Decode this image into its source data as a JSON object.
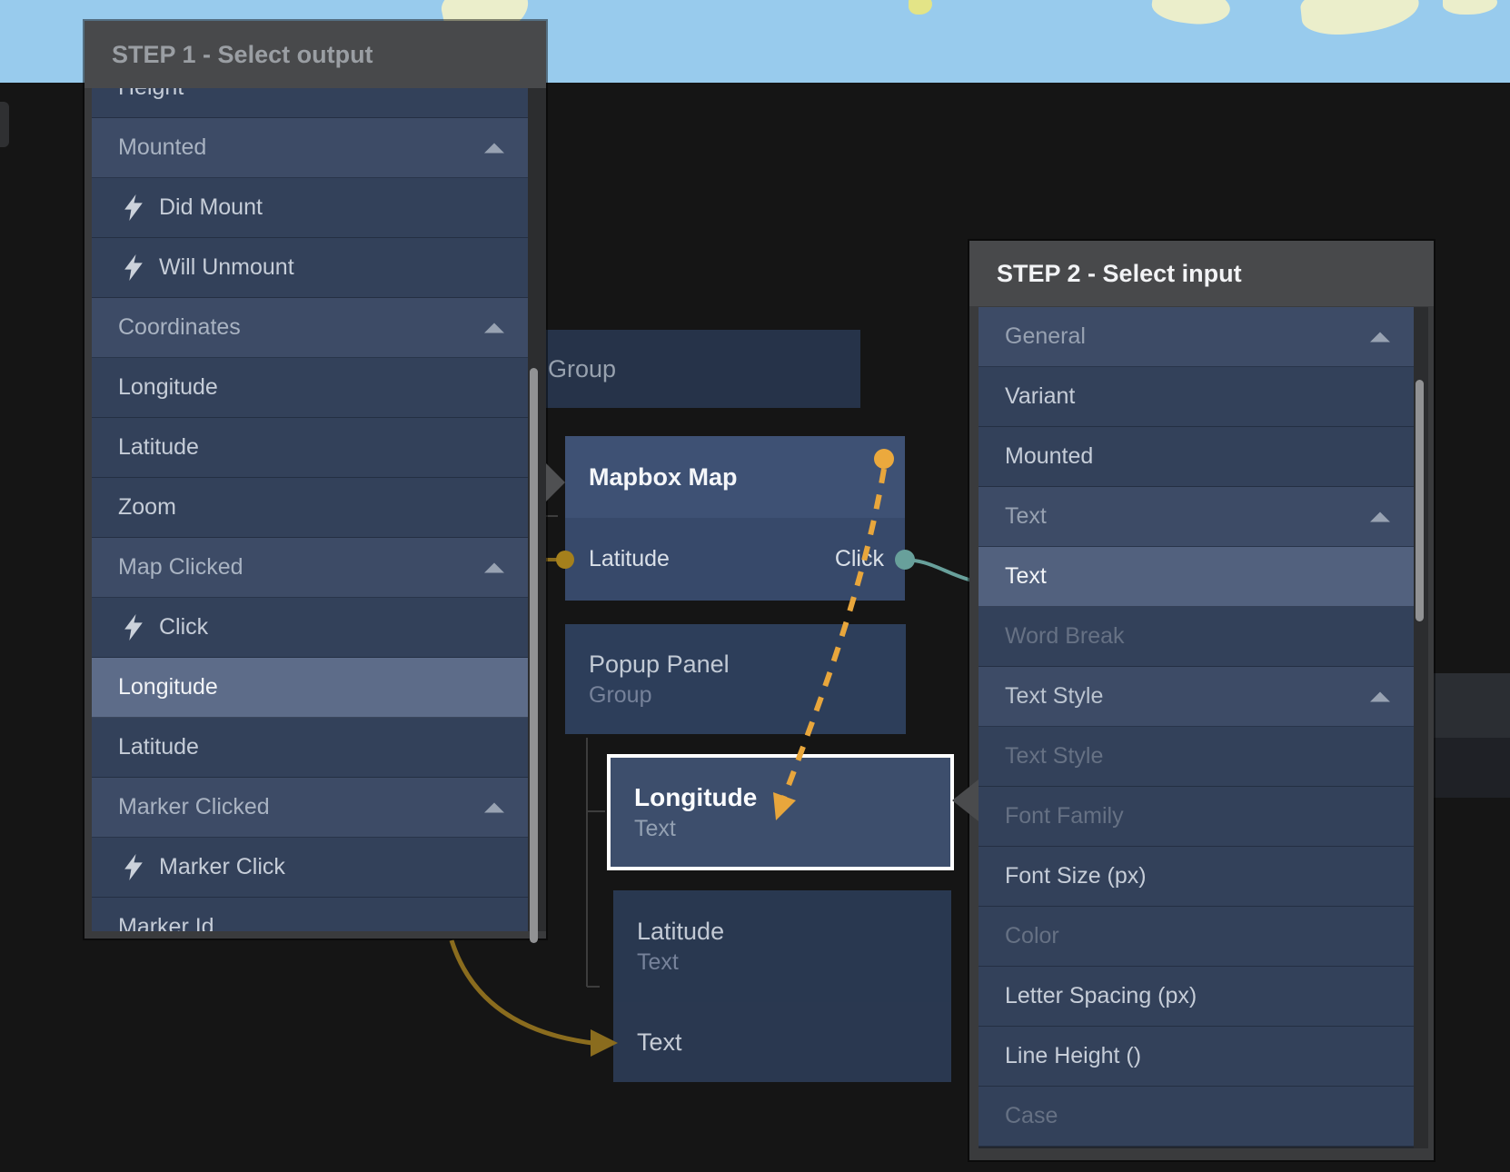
{
  "colors": {
    "map_water": "#98cbed",
    "map_land": "#ebeecb",
    "canvas": "#151515",
    "panel_header": "#48494b",
    "row_category": "#3d4b66",
    "row_item": "#33415a",
    "selection_step1": "#5d6c89",
    "selection_step2": "#52617e",
    "accent_orange": "#e8a63c",
    "accent_teal": "#68a09b",
    "accent_olive": "#8a6c1e",
    "node_selected_border": "#ffffff"
  },
  "step1": {
    "title": "STEP 1 - Select output",
    "items": [
      {
        "label": "Height",
        "kind": "item",
        "partial": "top"
      },
      {
        "label": "Mounted",
        "kind": "category",
        "caret": true
      },
      {
        "label": "Did Mount",
        "kind": "event"
      },
      {
        "label": "Will Unmount",
        "kind": "event"
      },
      {
        "label": "Coordinates",
        "kind": "category",
        "caret": true
      },
      {
        "label": "Longitude",
        "kind": "item"
      },
      {
        "label": "Latitude",
        "kind": "item"
      },
      {
        "label": "Zoom",
        "kind": "item"
      },
      {
        "label": "Map Clicked",
        "kind": "category",
        "caret": true
      },
      {
        "label": "Click",
        "kind": "event"
      },
      {
        "label": "Longitude",
        "kind": "item",
        "state": "selected"
      },
      {
        "label": "Latitude",
        "kind": "item"
      },
      {
        "label": "Marker Clicked",
        "kind": "category",
        "caret": true
      },
      {
        "label": "Marker Click",
        "kind": "event"
      },
      {
        "label": "Marker Id",
        "kind": "item",
        "partial": "bottom"
      }
    ]
  },
  "step2": {
    "title": "STEP 2 - Select input",
    "items": [
      {
        "label": "General",
        "kind": "category",
        "caret": true,
        "state": "dim"
      },
      {
        "label": "Variant",
        "kind": "item"
      },
      {
        "label": "Mounted",
        "kind": "item"
      },
      {
        "label": "Text",
        "kind": "category",
        "caret": true,
        "state": "dim"
      },
      {
        "label": "Text",
        "kind": "item",
        "state": "selected"
      },
      {
        "label": "Word Break",
        "kind": "item",
        "state": "disabled"
      },
      {
        "label": "Text Style",
        "kind": "category",
        "caret": true,
        "state": "bright"
      },
      {
        "label": "Text Style",
        "kind": "item",
        "state": "disabled"
      },
      {
        "label": "Font Family",
        "kind": "item",
        "state": "disabled"
      },
      {
        "label": "Font Size (px)",
        "kind": "item"
      },
      {
        "label": "Color",
        "kind": "item",
        "state": "disabled"
      },
      {
        "label": "Letter Spacing (px)",
        "kind": "item"
      },
      {
        "label": "Line Height ()",
        "kind": "item"
      },
      {
        "label": "Case",
        "kind": "item",
        "state": "disabled"
      }
    ]
  },
  "nodes": {
    "group": {
      "title": "Group"
    },
    "mapbox": {
      "title": "Mapbox Map",
      "port_left": "Latitude",
      "port_right": "Click"
    },
    "popup": {
      "title": "Popup Panel",
      "subtitle": "Group"
    },
    "longitude": {
      "title": "Longitude",
      "subtitle": "Text"
    },
    "latitude": {
      "title": "Latitude",
      "subtitle": "Text"
    },
    "text": {
      "title": "Text"
    }
  }
}
